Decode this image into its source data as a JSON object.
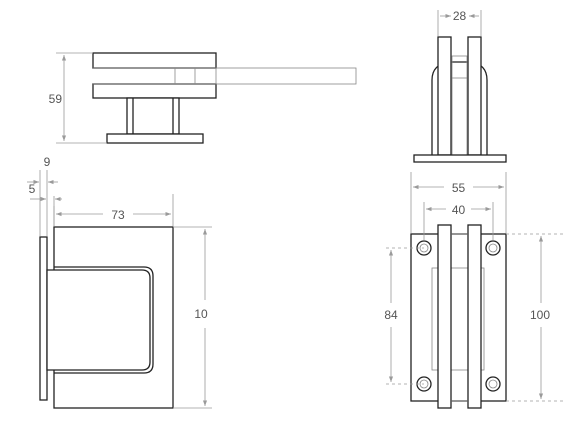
{
  "dimensions": {
    "width_28": "28",
    "height_59": "59",
    "offset_9": "9",
    "offset_5": "5",
    "width_73": "73",
    "height_10": "10",
    "width_55": "55",
    "width_40": "40",
    "hole_spacing_84": "84",
    "height_100": "100"
  },
  "colors": {
    "line": "#222222",
    "dimension": "#9a9a9a",
    "text": "#555555"
  }
}
